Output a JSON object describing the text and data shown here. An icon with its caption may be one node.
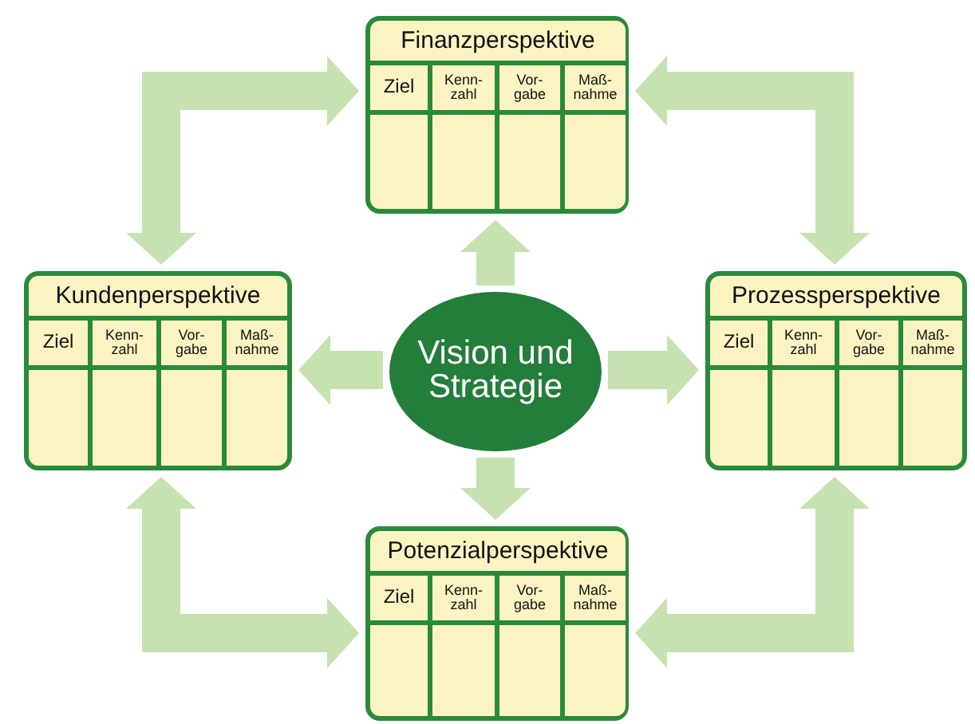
{
  "diagram": {
    "nodes": [
      {
        "text": [
          "Vision und Strategie"
        ]
      },
      {
        "text": [
          "Finanzperspektive",
          "Ziel",
          "Kenn- zahl",
          "Vor- gabe",
          "Maß- nahme"
        ]
      },
      {
        "text": [
          "Kundenperspektive",
          "Ziel",
          "Kenn- zahl",
          "Vor- gabe",
          "Maß- nahme"
        ]
      },
      {
        "text": [
          "Prozessperspektive",
          "Ziel",
          "Kenn- zahl",
          "Vor- gabe",
          "Maß- nahme"
        ]
      },
      {
        "text": [
          "Potenzialperspektive",
          "Ziel",
          "Kenn- zahl",
          "Vor- gabe",
          "Maß- nahme"
        ]
      }
    ],
    "edges": [
      {
        "from": 0,
        "to": 1,
        "arrow": "to"
      },
      {
        "from": 0,
        "to": 2,
        "arrow": "to"
      },
      {
        "from": 0,
        "to": 3,
        "arrow": "to"
      },
      {
        "from": 0,
        "to": 4,
        "arrow": "to"
      },
      {
        "from": 2,
        "to": 1,
        "arrow": "both"
      },
      {
        "from": 1,
        "to": 3,
        "arrow": "both"
      },
      {
        "from": 2,
        "to": 4,
        "arrow": "both"
      },
      {
        "from": 3,
        "to": 4,
        "arrow": "both"
      }
    ]
  }
}
